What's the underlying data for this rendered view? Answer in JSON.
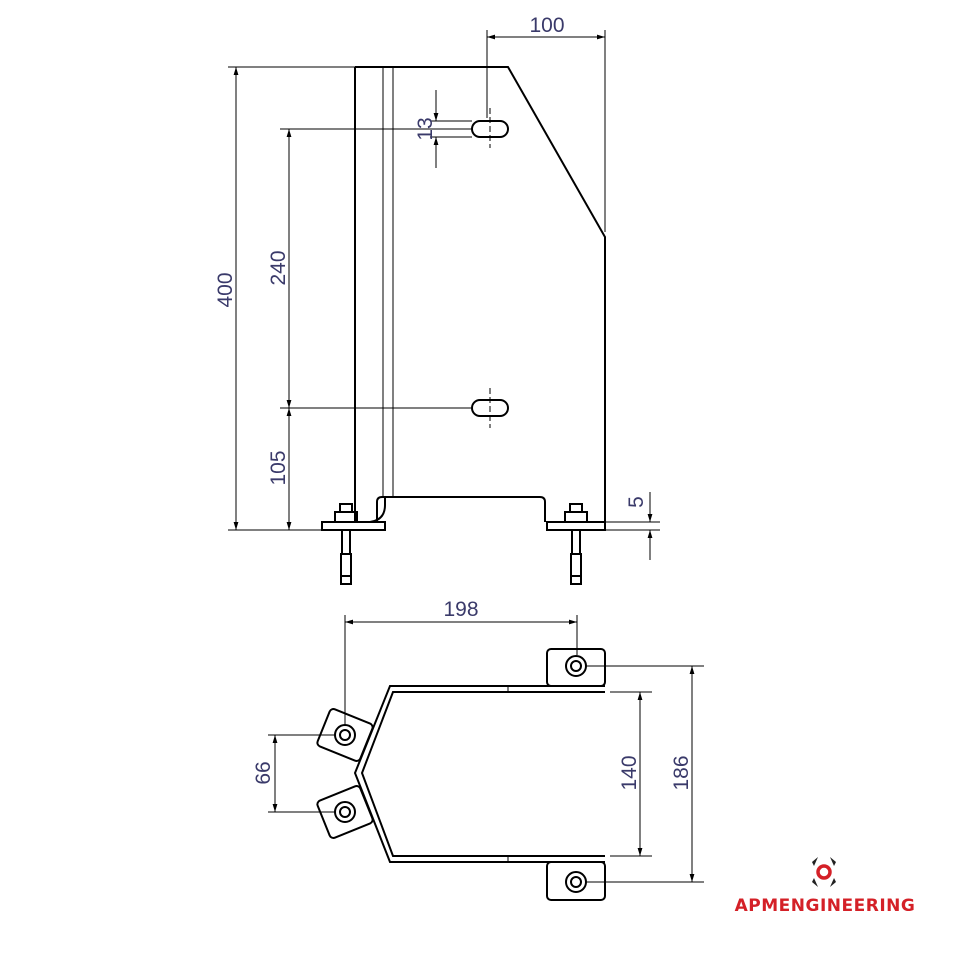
{
  "drawing": {
    "front_view": {
      "dimensions": {
        "slot_offset_width": "100",
        "slot_width": "13",
        "slot_spacing": "240",
        "total_height": "400",
        "lower_slot_height": "105",
        "plate_thickness": "5"
      }
    },
    "plan_view": {
      "dimensions": {
        "bolt_span": "198",
        "left_bolt_spacing": "66",
        "inner_width": "140",
        "outer_bolt_spacing": "186"
      }
    }
  },
  "logo": {
    "text": "APMENGINEERING",
    "color": "#d42027"
  },
  "colors": {
    "dimension_text": "#3a3a6a"
  }
}
